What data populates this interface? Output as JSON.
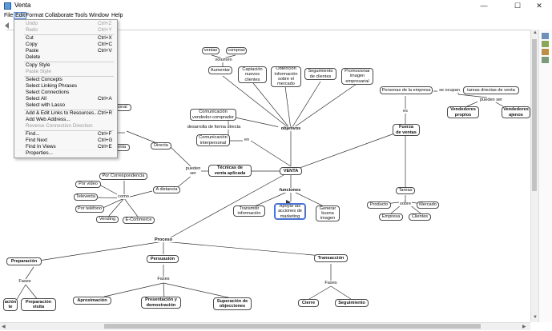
{
  "window": {
    "title": "Venta",
    "controls": {
      "minimize": "—",
      "maximize": "☐",
      "close": "✕"
    }
  },
  "menubar": [
    "File",
    "Edit",
    "Format",
    "Collaborate",
    "Tools",
    "Window",
    "Help"
  ],
  "edit_menu": {
    "items": [
      {
        "label": "Undo",
        "shortcut": "Ctrl+Z",
        "enabled": false
      },
      {
        "label": "Redo",
        "shortcut": "Ctrl+Y",
        "enabled": false
      },
      {
        "label": "Cut",
        "shortcut": "Ctrl+X",
        "enabled": true
      },
      {
        "label": "Copy",
        "shortcut": "Ctrl+C",
        "enabled": true
      },
      {
        "label": "Paste",
        "shortcut": "Ctrl+V",
        "enabled": true
      },
      {
        "label": "Delete",
        "shortcut": "",
        "enabled": true
      },
      {
        "label": "Copy Style",
        "shortcut": "",
        "enabled": true
      },
      {
        "label": "Paste Style",
        "shortcut": "",
        "enabled": false
      },
      {
        "label": "Select Concepts",
        "shortcut": "",
        "enabled": true
      },
      {
        "label": "Select Linking Phrases",
        "shortcut": "",
        "enabled": true
      },
      {
        "label": "Select Connections",
        "shortcut": "",
        "enabled": true
      },
      {
        "label": "Select All",
        "shortcut": "Ctrl+A",
        "enabled": true
      },
      {
        "label": "Select with Lasso",
        "shortcut": "",
        "enabled": true
      },
      {
        "label": "Add & Edit Links to Resources...",
        "shortcut": "Ctrl+R",
        "enabled": true
      },
      {
        "label": "Add Web Address...",
        "shortcut": "",
        "enabled": true
      },
      {
        "label": "Reverse Connection Direction",
        "shortcut": "",
        "enabled": false
      },
      {
        "label": "Find...",
        "shortcut": "Ctrl+F",
        "enabled": true
      },
      {
        "label": "Find Next",
        "shortcut": "Ctrl+G",
        "enabled": true
      },
      {
        "label": "Find In Views",
        "shortcut": "Ctrl+E",
        "enabled": true
      },
      {
        "label": "Properties...",
        "shortcut": "",
        "enabled": true
      }
    ]
  },
  "concept_map": {
    "concepts": {
      "venta": "VENTA",
      "objetivos": "objetivos",
      "funciones": "funciones",
      "fuerza": "Fuerza\nde ventas",
      "tecnicas": "Técnicas de\nventa aplicada",
      "proceso": "Proceso",
      "aumentar": "Aumentar",
      "ventas": "ventas",
      "compras": "compras",
      "volumen": "volumen",
      "captacion": "Captación\nnuevos\nclientes",
      "obtencion": "Obtención\ninformación\nsobre el\nmercado",
      "seguimiento_clientes": "Seguimiento\nde clientes",
      "promocionar": "Promocionar\nimagen\nempresarial",
      "com_vc": "Comunicación\nvendedor-comprador",
      "desarrolla": "desarrolla de forma directa",
      "com_interpersonal": "Comunicación\ninterpersonal",
      "en1": "en",
      "directa": "Directa",
      "personal": "rsonal",
      "venta_partial": "Venta",
      "pueden_ser": "pueden\nser",
      "por_correspondencia": "Por Correspondencia",
      "a_distancia": "A distancia",
      "por_video": "Por video",
      "televenta": "Televenta",
      "por_telefono": "Por teléfono",
      "vending": "Vending",
      "ecommerce": "E-Commerce",
      "como": "como",
      "transmitir": "Transmitir\ninformación",
      "apoyar": "Apoyar las\nacciones de\nmarketing",
      "generar": "Generar\nbuena\nimagen",
      "personas": "Personas de la empresa",
      "se_ocupan": "se ocupan",
      "tareas_directas": "tareas directas de venta",
      "pueden_ser2": "pueden ser",
      "vendedores_propios": "Vendedores\npropios",
      "vendedores_ajenos": "Vendedores\najenos",
      "es": "es",
      "tareas": "Tareas",
      "producto": "Producto",
      "sobre": "sobre",
      "mercado": "Mercado",
      "empresa": "Empresa",
      "clientes": "Clientes",
      "preparacion": "Preparación",
      "persuasion": "Persuasión",
      "transaccion": "Transacción",
      "fases1": "Fases",
      "fases2": "Fases",
      "fases3": "Fases",
      "aproximacion": "Aproximación",
      "presentacion": "Presentación y\ndemostración",
      "superacion": "Superación de\nobjecciones",
      "cierre": "Cierre",
      "seguimiento": "Seguimiento",
      "preparacion_visita": "Preparación\nvisita",
      "ficacion": "ación\nte"
    }
  }
}
